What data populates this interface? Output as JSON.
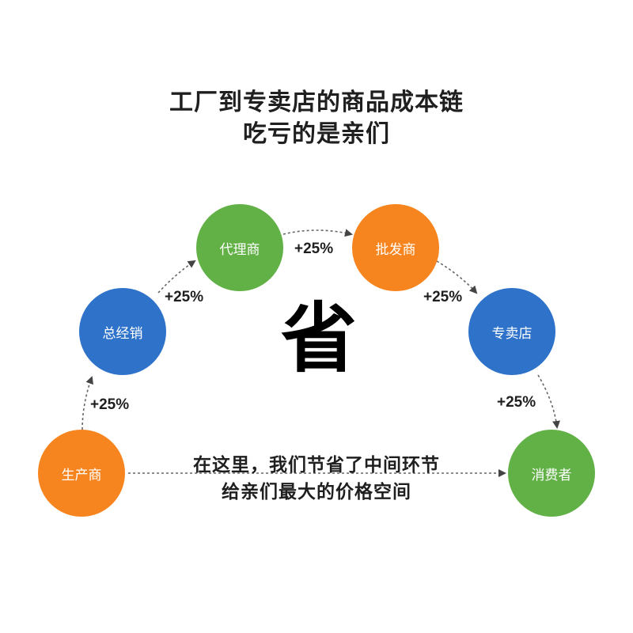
{
  "title": {
    "line1": "工厂到专卖店的商品成本链",
    "line2": "吃亏的是亲们"
  },
  "colors": {
    "orange": "#f7851f",
    "blue": "#2e72c9",
    "green": "#62b146",
    "text": "#1f1f1f",
    "arrow": "#666666"
  },
  "nodes": [
    {
      "label": "生产商",
      "color": "orange"
    },
    {
      "label": "总经销",
      "color": "blue"
    },
    {
      "label": "代理商",
      "color": "green"
    },
    {
      "label": "批发商",
      "color": "orange"
    },
    {
      "label": "专卖店",
      "color": "blue"
    },
    {
      "label": "消费者",
      "color": "green"
    }
  ],
  "markups": [
    "+25%",
    "+25%",
    "+25%",
    "+25%",
    "+25%"
  ],
  "center_label": "省",
  "direct_note": {
    "line1": "在这里，我们节省了中间环节",
    "line2": "给亲们最大的价格空间"
  }
}
